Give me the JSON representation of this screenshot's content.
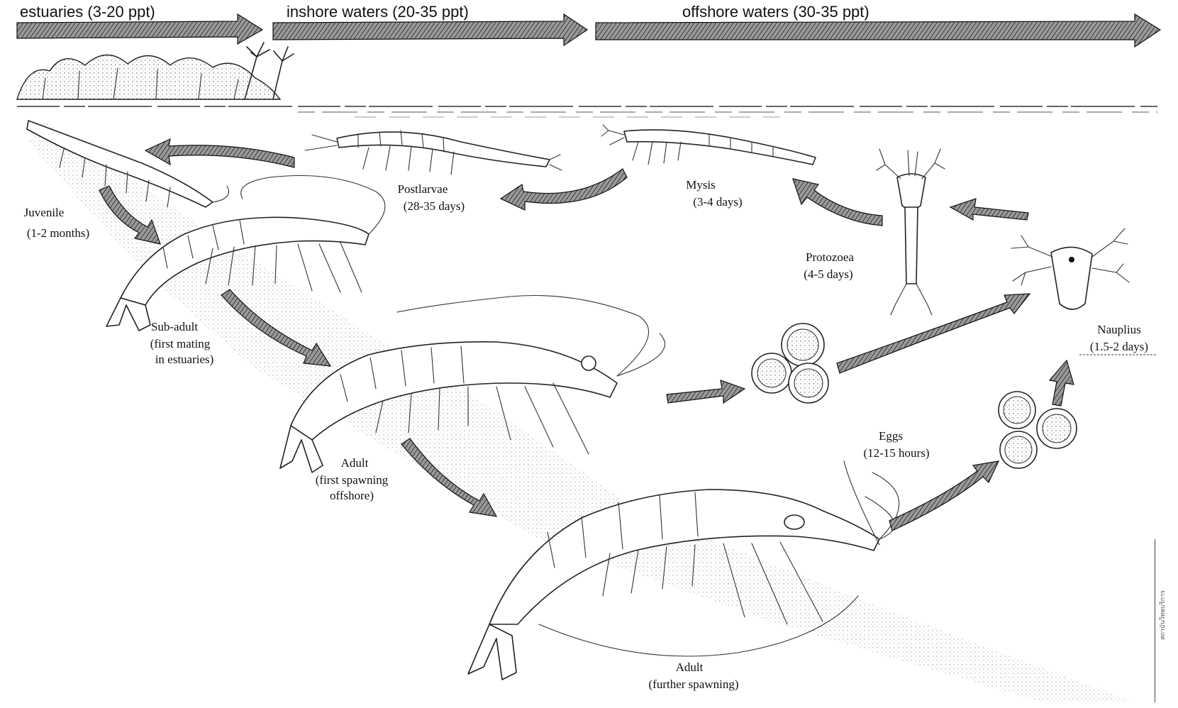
{
  "zones": [
    {
      "label": "estuaries (3-20 ppt)"
    },
    {
      "label": "inshore waters (20-35 ppt)"
    },
    {
      "label": "offshore waters (30-35 ppt)"
    }
  ],
  "stages": {
    "juvenile": {
      "name": "Juvenile",
      "duration": "(1-2 months)"
    },
    "postlarvae": {
      "name": "Postlarvae",
      "duration": "(28-35 days)"
    },
    "mysis": {
      "name": "Mysis",
      "duration": "(3-4 days)"
    },
    "protozoea": {
      "name": "Protozoea",
      "duration": "(4-5 days)"
    },
    "nauplius": {
      "name": "Nauplius",
      "duration": "(1.5-2 days)"
    },
    "subadult": {
      "name": "Sub-adult",
      "line2": "(first mating",
      "line3": "in estuaries)"
    },
    "adult1": {
      "name": "Adult",
      "line2": "(first spawning",
      "line3": "offshore)"
    },
    "eggs": {
      "name": "Eggs",
      "duration": "(12-15 hours)"
    },
    "adult2": {
      "name": "Adult",
      "line2": "(further spawning)"
    }
  },
  "side_tag": "สถาบันวิทยบริการ"
}
